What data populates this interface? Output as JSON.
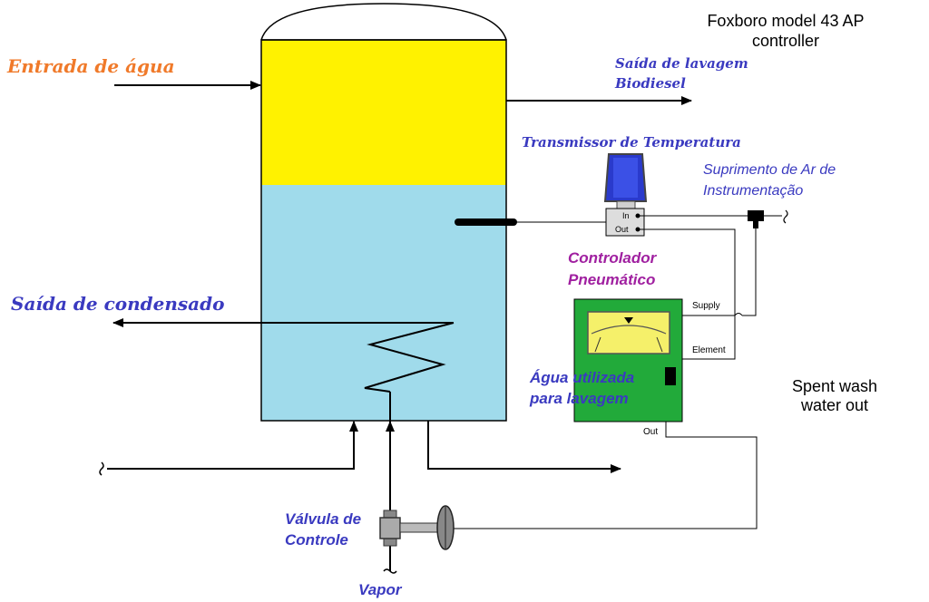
{
  "labels": {
    "controller_title_line1": "Foxboro model 43 AP",
    "controller_title_line2": "controller",
    "water_inlet": "Entrada de água",
    "wash_outlet_line1": "Saída de lavagem",
    "wash_outlet_line2": "Biodiesel",
    "temperature_transmitter": "Transmissor de Temperatura",
    "air_supply_line1": "Suprimento de Ar  de",
    "air_supply_line2": "Instrumentação",
    "transmitter_in": "In",
    "transmitter_out": "Out",
    "pneumatic_controller_line1": "Controlador",
    "pneumatic_controller_line2": "Pneumático",
    "port_supply": "Supply",
    "port_element": "Element",
    "port_out": "Out",
    "condensate_outlet": "Saída de condensado",
    "wash_water_line1": "Água utilizada",
    "wash_water_line2": "para lavagem",
    "spent_wash_line1": "Spent wash",
    "spent_wash_line2": "water out",
    "control_valve_line1": "Válvula de",
    "control_valve_line2": "Controle",
    "steam": "Vapor"
  },
  "colors": {
    "oil_layer": "#fff200",
    "water_layer": "#a0dbeb",
    "controller_body": "#22aa3a",
    "transmitter_head": "#2a3acc",
    "gauge_face": "#f5f06a",
    "label_blue": "#3a3ac0",
    "label_orange": "#f07a2a",
    "label_purple": "#a020a0"
  }
}
